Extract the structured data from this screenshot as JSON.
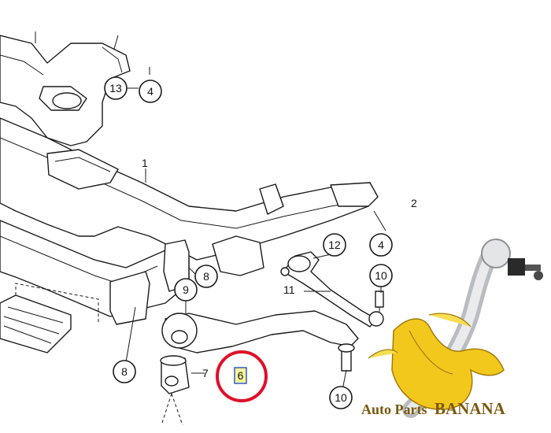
{
  "callouts": {
    "c13": "13",
    "c4_top": "4",
    "c1": "1",
    "c2": "2",
    "c4_mid": "4",
    "c12": "12",
    "c10_right": "10",
    "c11": "11",
    "c9": "9",
    "c8_mid": "8",
    "c8_low": "8",
    "c7": "7",
    "c6": "6",
    "c10_low": "10"
  },
  "highlight": {
    "color": "#e0102a",
    "target_label": "6"
  },
  "watermark": {
    "prefix": "Auto Parts",
    "brand": "BANANA",
    "text_color": "#7a5a10",
    "banana_color": "#f2c81c"
  }
}
